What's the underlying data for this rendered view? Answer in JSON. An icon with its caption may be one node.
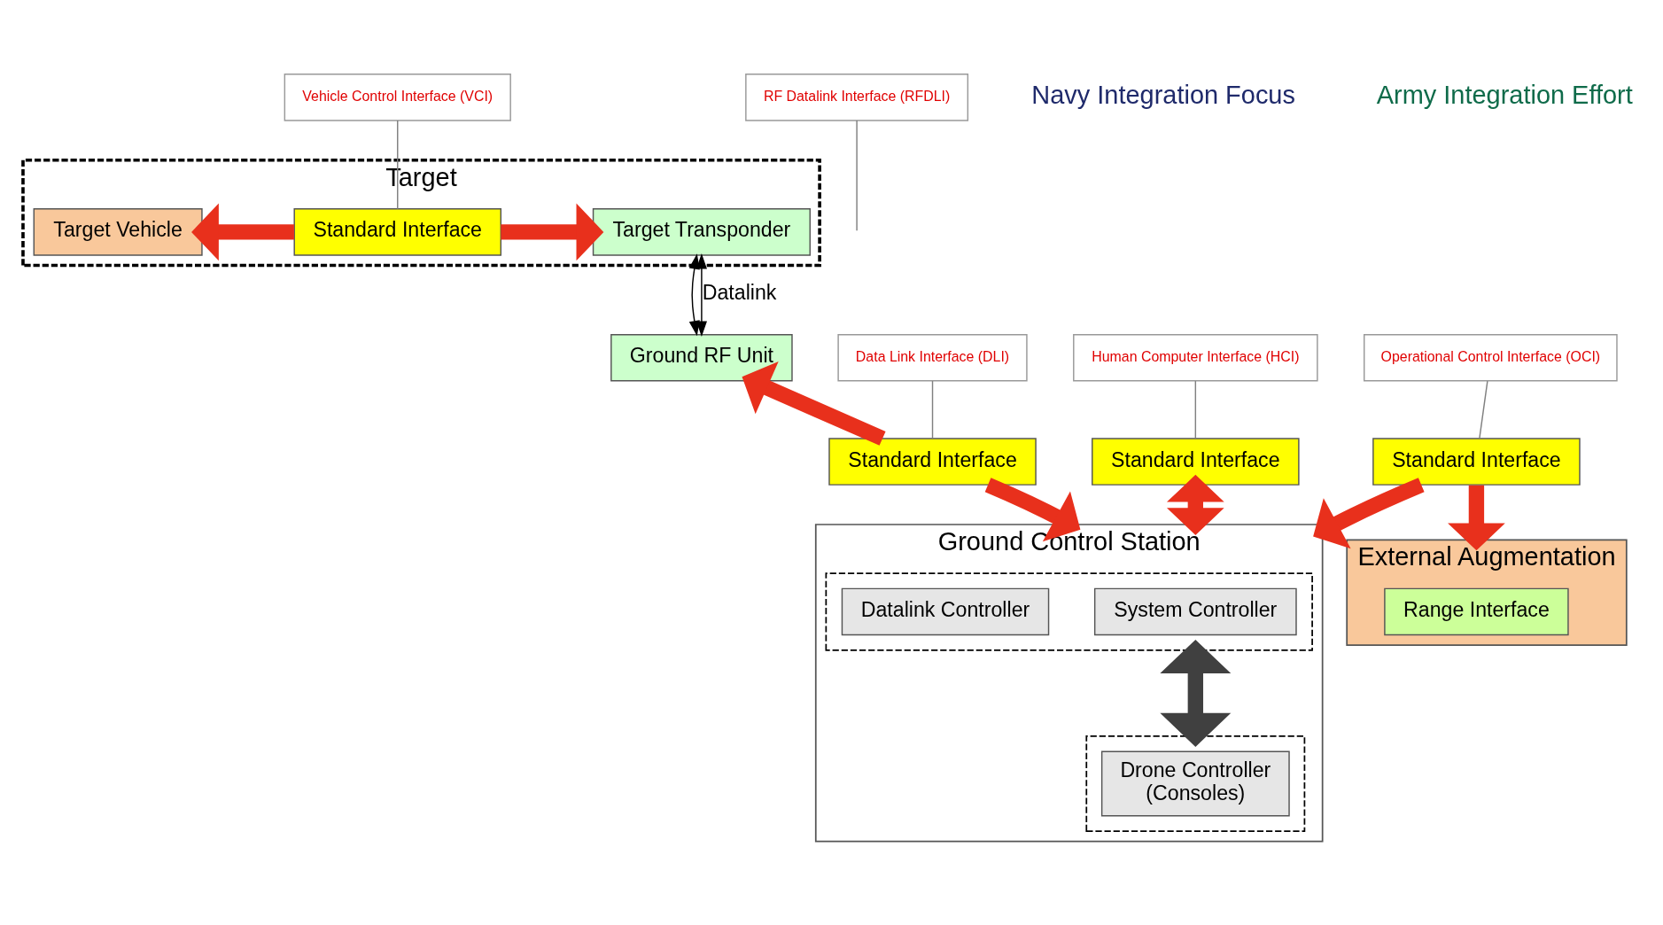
{
  "diagram": {
    "nodes": [
      {
        "text": [
          "Target"
        ]
      },
      {
        "text": [
          "Target Vehicle"
        ],
        "in": 0
      },
      {
        "text": [
          "Standard Interface"
        ],
        "in": 0
      },
      {
        "text": [
          "Target Transponder"
        ],
        "in": 0
      },
      {
        "text": [
          "Vehicle Control Interface (VCI)"
        ]
      },
      {
        "text": [
          "RF Datalink Interface (RFDLI)"
        ]
      },
      {
        "text": [
          "Ground RF Unit"
        ]
      },
      {
        "text": [
          "Data Link Interface (DLI)"
        ]
      },
      {
        "text": [
          "Standard Interface"
        ]
      },
      {
        "text": [
          "Human Computer Interface (HCI)"
        ]
      },
      {
        "text": [
          "Standard Interface"
        ]
      },
      {
        "text": [
          "Operational Control Interface (OCI)"
        ]
      },
      {
        "text": [
          "External Augmentation"
        ]
      },
      {
        "text": [
          "Range Interface"
        ],
        "in": 12
      },
      {
        "text": [
          "Standard Interface"
        ]
      },
      {
        "text": [
          "Ground Control Station"
        ]
      },
      {
        "text": [],
        "shape": "box",
        "in": 15
      },
      {
        "text": [
          "System Controller"
        ],
        "in": 16
      },
      {
        "text": [
          "Datalink Controller"
        ],
        "in": 16
      },
      {
        "text": [],
        "shape": "box",
        "in": 15
      },
      {
        "text": [
          "Drone Controller",
          "(Consoles)"
        ],
        "in": 19
      }
    ],
    "edges": [
      {
        "from": 2,
        "to": 1,
        "arrow": "to"
      },
      {
        "from": 2,
        "to": 3,
        "arrow": "to"
      },
      {
        "from": 4,
        "to": 2,
        "arrow": "none",
        "color": "#808080"
      },
      {
        "from": 5,
        "to": null,
        "arrow": "none",
        "color": "#808080"
      },
      {
        "from": 6,
        "to": 3,
        "arrow": "both",
        "color": "#000000"
      },
      {
        "from": 6,
        "to": 3,
        "arrow": "both",
        "label": "Datalink",
        "color": "#000000"
      },
      {
        "from": 7,
        "to": 8,
        "arrow": "none",
        "color": "#808080"
      },
      {
        "from": 8,
        "to": 6,
        "arrow": "to"
      },
      {
        "from": 8,
        "to": 15,
        "arrow": "to"
      },
      {
        "from": 9,
        "to": 10,
        "arrow": "none",
        "color": "#808080"
      },
      {
        "from": 10,
        "to": 15,
        "arrow": "both"
      },
      {
        "from": 11,
        "to": 14,
        "arrow": "none",
        "color": "#808080"
      },
      {
        "from": 14,
        "to": 12,
        "arrow": "to"
      },
      {
        "from": 14,
        "to": 15,
        "arrow": "to"
      },
      {
        "from": 16,
        "to": 19,
        "arrow": "both",
        "color": "#404040"
      }
    ],
    "labels": [
      "Navy Integration Focus",
      "Army Integration Effort"
    ]
  }
}
